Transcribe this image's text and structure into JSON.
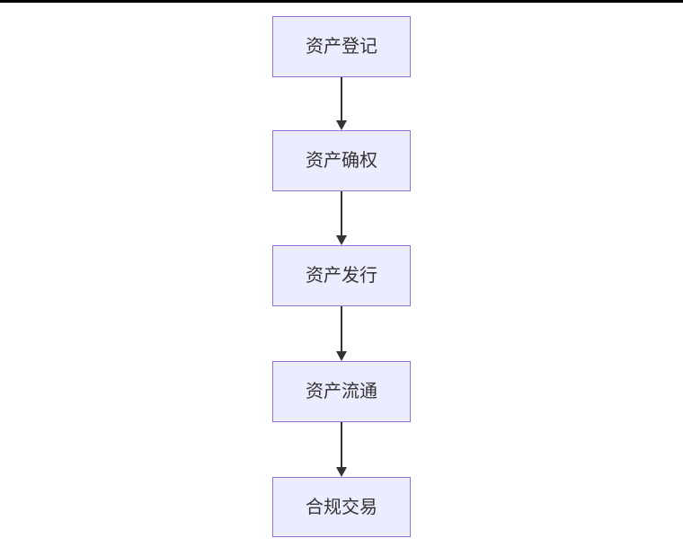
{
  "diagram": {
    "type": "flowchart",
    "direction": "top-down",
    "nodes": [
      {
        "id": "node-1",
        "label": "资产登记"
      },
      {
        "id": "node-2",
        "label": "资产确权"
      },
      {
        "id": "node-3",
        "label": "资产发行"
      },
      {
        "id": "node-4",
        "label": "资产流通"
      },
      {
        "id": "node-5",
        "label": "合规交易"
      }
    ],
    "edges": [
      {
        "from": "资产登记",
        "to": "资产确权",
        "arrow": "down"
      },
      {
        "from": "资产确权",
        "to": "资产发行",
        "arrow": "down"
      },
      {
        "from": "资产发行",
        "to": "资产流通",
        "arrow": "down"
      },
      {
        "from": "资产流通",
        "to": "合规交易",
        "arrow": "down"
      }
    ],
    "colors": {
      "background": "#FFFFFF",
      "node_fill": "#ECECFF",
      "node_border": "#9370DB",
      "node_text": "#333333",
      "arrow": "#333333",
      "top_edge_line": "#000000"
    }
  }
}
